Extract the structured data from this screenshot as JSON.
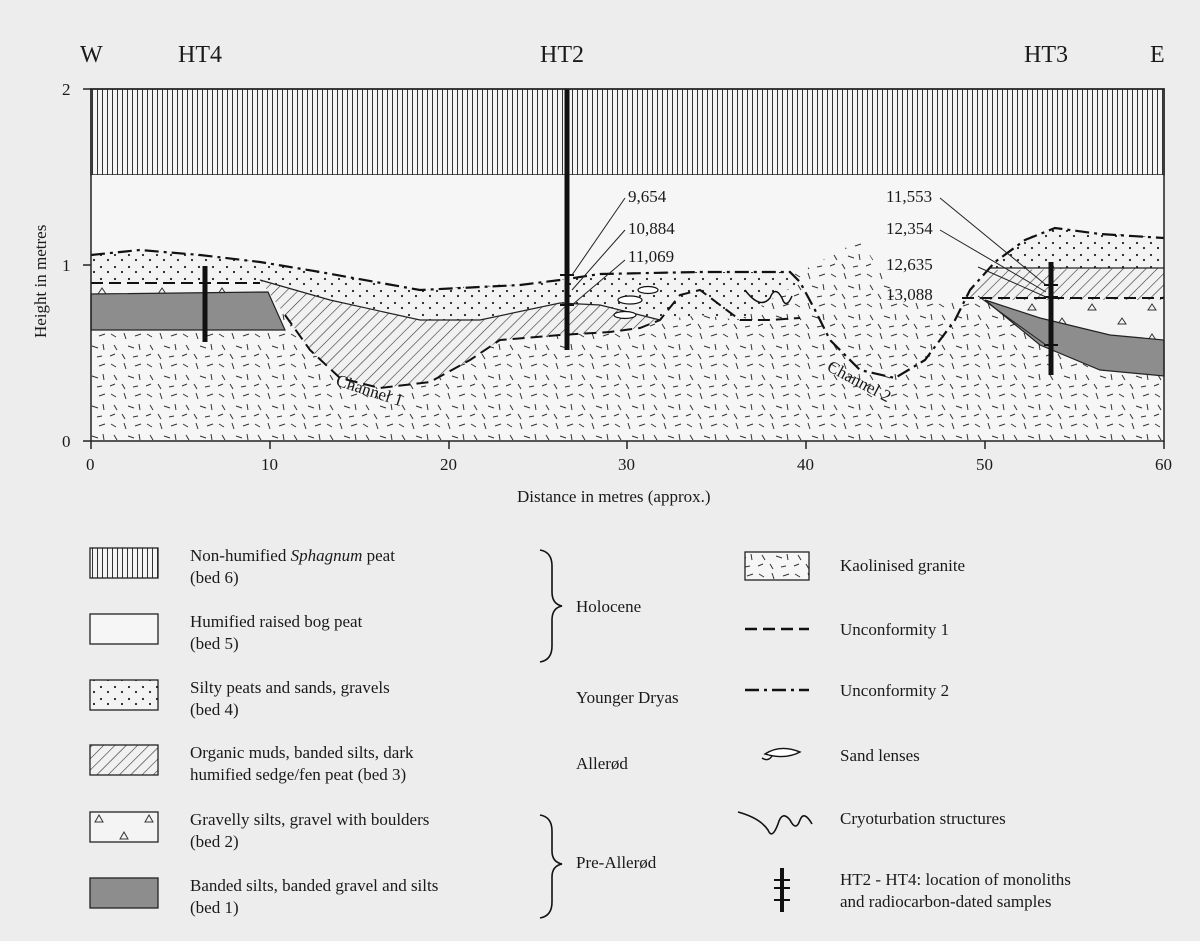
{
  "diagram": {
    "compass": {
      "west": "W",
      "east": "E"
    },
    "sites": [
      "HT4",
      "HT2",
      "HT3"
    ],
    "y_axis": {
      "label": "Height in metres",
      "ticks": [
        "0",
        "1",
        "2"
      ]
    },
    "x_axis": {
      "label": "Distance in metres (approx.)",
      "ticks": [
        "0",
        "10",
        "20",
        "30",
        "40",
        "50",
        "60"
      ]
    },
    "channels": [
      "Channel 1",
      "Channel 2"
    ],
    "dates_ht2": [
      "9,654",
      "10,884",
      "11,069"
    ],
    "dates_ht3": [
      "11,553",
      "12,354",
      "12,635",
      "13,088"
    ]
  },
  "legend": {
    "beds": [
      {
        "line1": "Non-humified ",
        "line1_italic": "Sphagnum",
        "line1_tail": " peat",
        "line2": "(bed 6)",
        "pattern": "vertical-lines"
      },
      {
        "line1": "Humified raised bog peat",
        "line2": "(bed 5)",
        "pattern": "plain"
      },
      {
        "line1": "Silty peats and sands, gravels",
        "line2": "(bed 4)",
        "pattern": "dots"
      },
      {
        "line1": "Organic muds, banded silts, dark",
        "line2": "humified sedge/fen peat (bed 3)",
        "pattern": "hatch"
      },
      {
        "line1": "Gravelly silts, gravel with boulders",
        "line2": "(bed 2)",
        "pattern": "triangles"
      },
      {
        "line1": "Banded silts, banded gravel and silts",
        "line2": "(bed 1)",
        "pattern": "grey"
      }
    ],
    "periods": [
      "Holocene",
      "Younger Dryas",
      "Allerød",
      "Pre-Allerød"
    ],
    "symbols": [
      {
        "label": "Kaolinised granite",
        "icon": "granite-swatch"
      },
      {
        "label": "Unconformity 1",
        "icon": "dashed-line"
      },
      {
        "label": "Unconformity 2",
        "icon": "dash-dot-line"
      },
      {
        "label": "Sand lenses",
        "icon": "lens"
      },
      {
        "label": "Cryoturbation structures",
        "icon": "cryoturbation"
      },
      {
        "label": "HT2 - HT4: location of monoliths",
        "label2": "and radiocarbon-dated samples",
        "icon": "monolith"
      }
    ]
  }
}
